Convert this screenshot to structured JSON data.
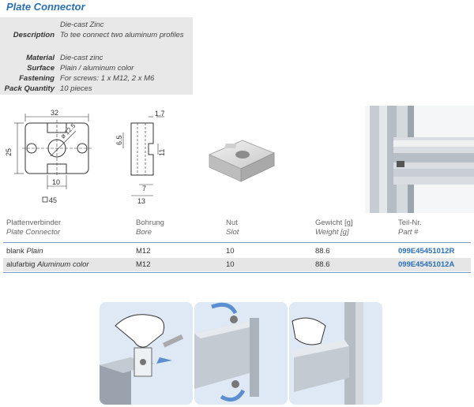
{
  "title": "Plate Connector",
  "spec": [
    {
      "label": "",
      "value": "Die-cast Zinc"
    },
    {
      "label": "Description",
      "value": "To tee connect two aluminum profiles"
    },
    {
      "label": "Material",
      "value": "Die-cast zinc"
    },
    {
      "label": "Surface",
      "value": "Plain / aluminum color"
    },
    {
      "label": "Fastening",
      "value": "For screws: 1 x M12, 2 x M6"
    },
    {
      "label": "Pack Quantity",
      "value": "10 pieces"
    }
  ],
  "dimensions": {
    "width": "32",
    "height": "25",
    "diameter": "ø 12.5",
    "inner": "10",
    "square": "45",
    "thickness_top": "1.7",
    "side_a": "6.5",
    "side_b": "11",
    "side_c": "7",
    "side_d": "13"
  },
  "table": {
    "headers": [
      {
        "de": "Plattenverbinder",
        "en": "Plate Connector"
      },
      {
        "de": "Bohrung",
        "en": "Bore"
      },
      {
        "de": "Nut",
        "en": "Slot"
      },
      {
        "de": "Gewicht [g]",
        "en": "Weight [g]"
      },
      {
        "de": "Teil-Nr.",
        "en": "Part #"
      }
    ],
    "rows": [
      {
        "de": "blank",
        "en": "Plain",
        "bore": "M12",
        "slot": "10",
        "weight": "88.6",
        "part": "099E45451012R"
      },
      {
        "de": "alufarbig",
        "en": "Aluminum color",
        "bore": "M12",
        "slot": "10",
        "weight": "88.6",
        "part": "099E45451012A"
      }
    ]
  },
  "colors": {
    "accent": "#2a6fb5",
    "panel": "#e8e8e8",
    "row_alt": "#e6e6e6",
    "line": "#7a9bc6"
  }
}
